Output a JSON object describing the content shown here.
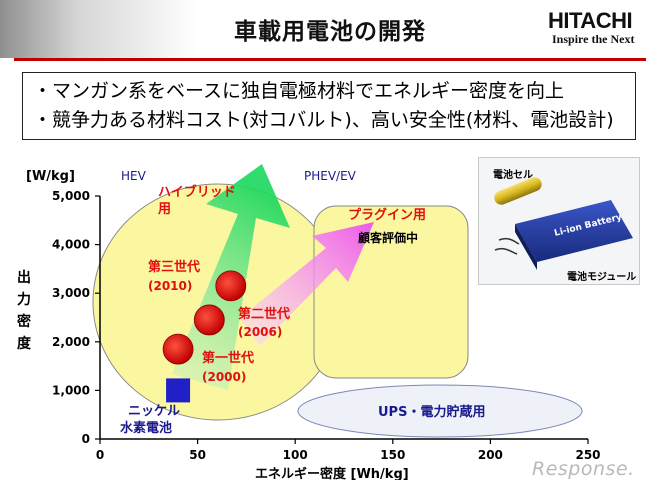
{
  "header": {
    "title": "車載用電池の開発",
    "logo_name": "HITACHI",
    "logo_tagline": "Inspire the Next"
  },
  "bullets": [
    "・マンガン系をベースに独自電極材料でエネルギー密度を向上",
    "・競争力ある材料コスト(対コバルト)、高い安全性(材料、電池設計)"
  ],
  "chart_data": {
    "type": "scatter",
    "xlabel": "エネルギー密度 [Wh/kg]",
    "ylabel": "出力密度",
    "yunit": "[W/kg]",
    "xlim": [
      0,
      250
    ],
    "ylim": [
      0,
      5000
    ],
    "x_ticks": [
      "0",
      "50",
      "100",
      "150",
      "200",
      "250"
    ],
    "y_ticks": [
      "0",
      "1,000",
      "2,000",
      "3,000",
      "4,000",
      "5,000"
    ],
    "grid": false,
    "regions": [
      {
        "label": "HEV",
        "shape": "ellipse",
        "color": "#fbf7a0"
      },
      {
        "label": "PHEV/EV",
        "shape": "rounded-rect",
        "color": "#fbf7a0",
        "inner_labels": [
          "プラグイン用",
          "顧客評価中"
        ]
      },
      {
        "label": "UPS・電力貯蔵用",
        "shape": "ellipse",
        "color": "#eef1f8"
      }
    ],
    "points": [
      {
        "name": "ニッケル水素電池",
        "x": 40,
        "y": 1000,
        "marker": "square",
        "color": "#2020c8"
      },
      {
        "name": "第一世代",
        "year": "(2000)",
        "x": 40,
        "y": 1850,
        "marker": "circle",
        "color": "#e01010"
      },
      {
        "name": "第二世代",
        "year": "(2006)",
        "x": 56,
        "y": 2450,
        "marker": "circle",
        "color": "#e01010"
      },
      {
        "name": "第三世代",
        "year": "(2010)",
        "x": 67,
        "y": 3150,
        "marker": "circle",
        "color": "#e01010"
      }
    ],
    "arrows": [
      {
        "label": "ハイブリッド用",
        "color": "#38e068"
      },
      {
        "label": "",
        "color": "#f060f0"
      }
    ],
    "label_color_red": "#e01010",
    "label_color_navy": "#1a1a8c"
  },
  "photo": {
    "cell_label": "電池セル",
    "module_label": "電池モジュール",
    "battery_text": "Li-ion Battery"
  },
  "watermark": "Response."
}
